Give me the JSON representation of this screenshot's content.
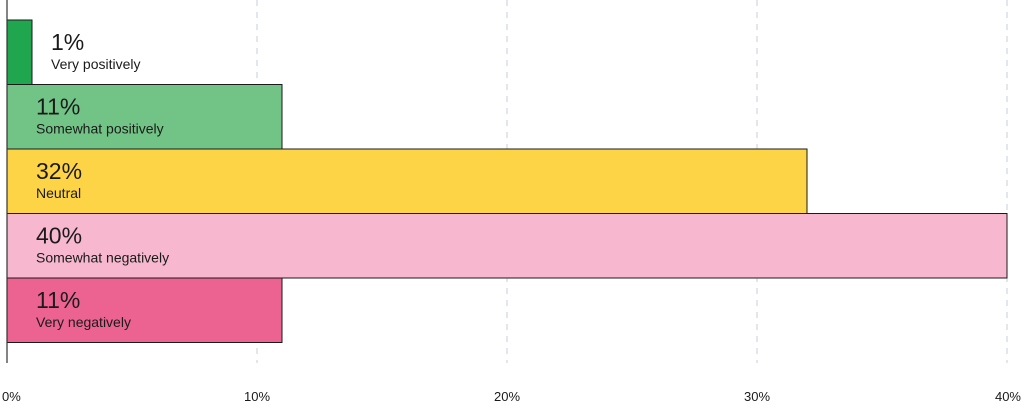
{
  "chart_data": {
    "type": "bar",
    "orientation": "horizontal",
    "categories": [
      "Very positively",
      "Somewhat positively",
      "Neutral",
      "Somewhat negatively",
      "Very negatively"
    ],
    "values": [
      1,
      11,
      32,
      40,
      11
    ],
    "value_labels": [
      "1%",
      "11%",
      "32%",
      "40%",
      "11%"
    ],
    "colors": [
      "#1fa64f",
      "#72c486",
      "#fdd446",
      "#f7b8cf",
      "#ec6391"
    ],
    "xlim": [
      0,
      40
    ],
    "x_ticks": [
      "0%",
      "10%",
      "20%",
      "30%",
      "40%"
    ],
    "x_tick_values": [
      0,
      10,
      20,
      30,
      40
    ],
    "grid": "vertical dashed",
    "title": "",
    "xlabel": "",
    "ylabel": ""
  }
}
